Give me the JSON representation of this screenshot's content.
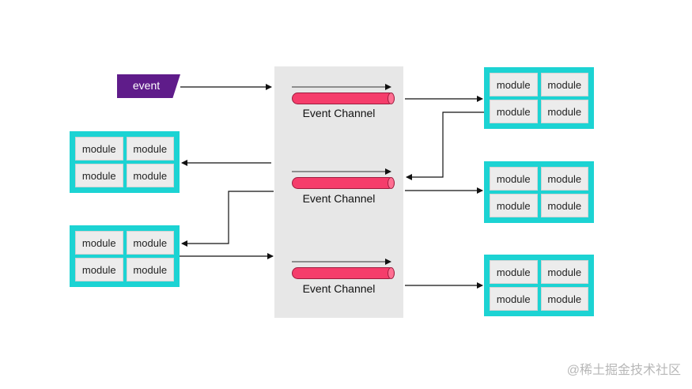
{
  "event_label": "event",
  "channel_label": "Event Channel",
  "module_label": "module",
  "watermark": "@稀土掘金技术社区",
  "colors": {
    "event_bg": "#5f1c8a",
    "module_box": "#1cd3d3",
    "channel_pipe": "#f53d6b",
    "broker_panel": "#e7e7e7"
  }
}
